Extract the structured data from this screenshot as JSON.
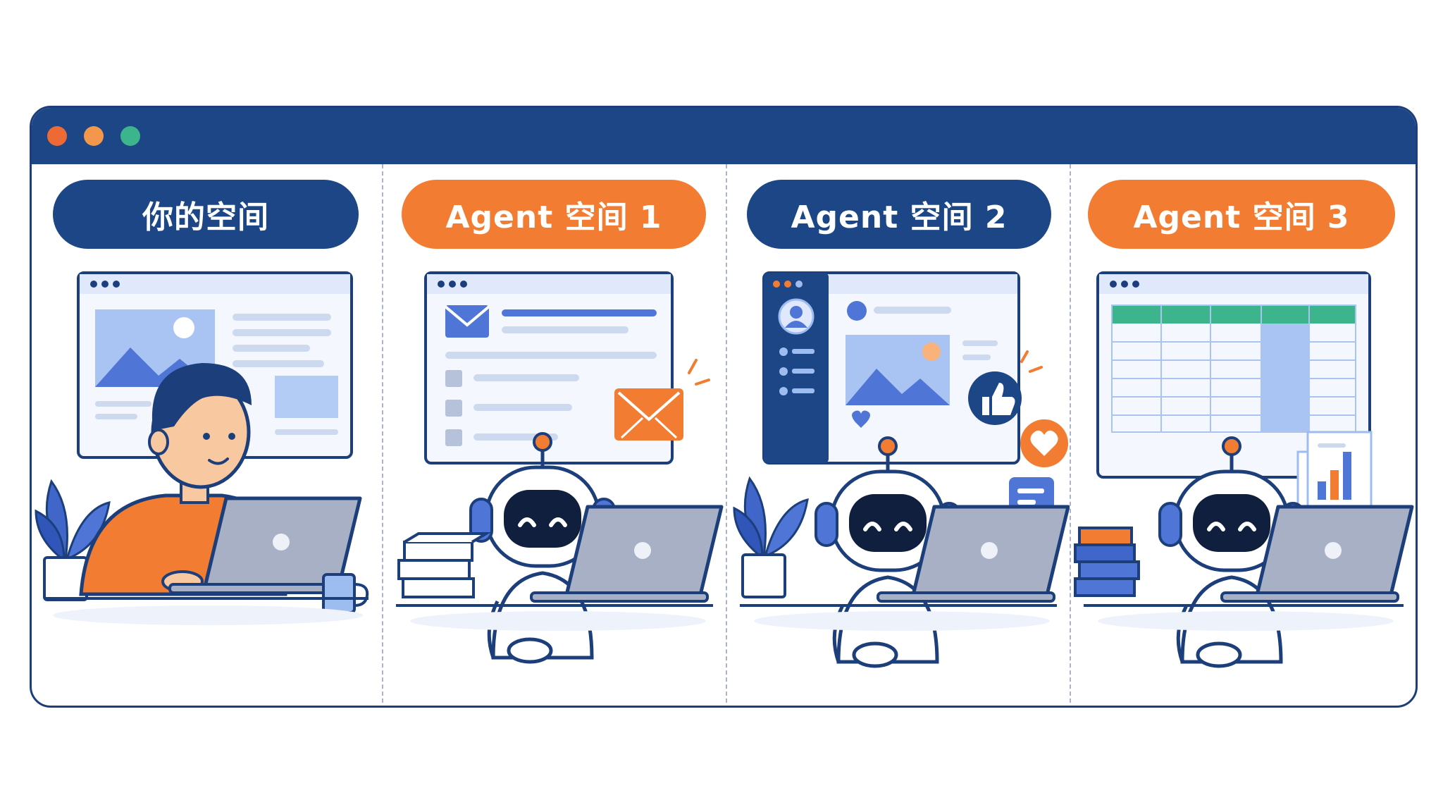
{
  "window": {
    "dots": [
      {
        "name": "close",
        "color": "#ee6a35"
      },
      {
        "name": "minimize",
        "color": "#f3974c"
      },
      {
        "name": "maximize",
        "color": "#3db58c"
      }
    ]
  },
  "panels": [
    {
      "label": "你的空间",
      "color": "#1c4686"
    },
    {
      "label": "Agent 空间 1",
      "color": "#f27d32"
    },
    {
      "label": "Agent 空间 2",
      "color": "#1c4686"
    },
    {
      "label": "Agent 空间 3",
      "color": "#f27d32"
    }
  ],
  "colors": {
    "navy": "#1c4686",
    "orange": "#f27d32",
    "green": "#3db58c",
    "light_blue": "#dfe9fb",
    "mid_blue": "#9dbcf0"
  },
  "icons": [
    "person-icon",
    "robot-icon",
    "laptop-icon",
    "mail-icon",
    "thumbs-up-icon",
    "heart-icon",
    "chat-icon",
    "bar-chart-icon",
    "plant-icon",
    "mug-icon",
    "book-stack-icon",
    "spreadsheet-icon"
  ]
}
